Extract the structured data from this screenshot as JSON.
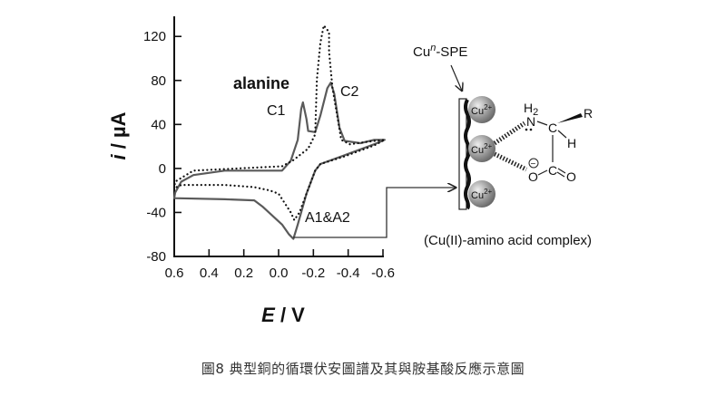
{
  "chart_data": {
    "type": "line",
    "title": "",
    "xlabel_italic": "E",
    "xlabel_unit": " / V",
    "ylabel_italic": "i",
    "ylabel_unit": " / µA",
    "xlim": [
      0.6,
      -0.6
    ],
    "ylim": [
      -80,
      135
    ],
    "x_reversed": true,
    "xticks": [
      0.6,
      0.4,
      0.2,
      0.0,
      -0.2,
      -0.4,
      -0.6
    ],
    "xtick_labels": [
      "0.6",
      "0.4",
      "0.2",
      "0.0",
      "-0.2",
      "-0.4",
      "-0.6"
    ],
    "yticks": [
      120,
      80,
      40,
      0,
      -40,
      -80
    ],
    "ytick_labels": [
      "120",
      "80",
      "40",
      "0",
      "-40",
      "-80"
    ],
    "grid": false,
    "annotations": {
      "sample": "alanine",
      "c1": "C1",
      "c2": "C2",
      "a1a2": "A1&A2"
    },
    "series": [
      {
        "name": "solid",
        "style": "solid",
        "color": "#5a5a5a",
        "x": [
          0.6,
          0.595,
          0.56,
          0.49,
          0.31,
          -0.02,
          -0.07,
          -0.11,
          -0.13,
          -0.14,
          -0.16,
          -0.17,
          -0.21,
          -0.24,
          -0.28,
          -0.3,
          -0.32,
          -0.35,
          -0.38,
          -0.47,
          -0.55,
          -0.61,
          -0.55,
          -0.38,
          -0.24,
          -0.21,
          -0.16,
          -0.11,
          -0.085,
          -0.06,
          -0.02,
          0.09,
          0.14,
          0.31,
          0.6
        ],
        "y": [
          -27,
          -22,
          -12,
          -6,
          -2,
          -2,
          7,
          26,
          54,
          60,
          45,
          34,
          33,
          48,
          73,
          78,
          68,
          37,
          25,
          23,
          26,
          26,
          22,
          12,
          4,
          -2,
          -23,
          -51,
          -64,
          -60,
          -51,
          -35,
          -29,
          -28,
          -27
        ]
      },
      {
        "name": "dotted",
        "style": "dotted",
        "color": "#111111",
        "x": [
          0.6,
          0.595,
          0.49,
          -0.02,
          -0.08,
          -0.17,
          -0.21,
          -0.22,
          -0.24,
          -0.26,
          -0.29,
          -0.29,
          -0.31,
          -0.34,
          -0.36,
          -0.41,
          -0.55,
          -0.61,
          -0.55,
          -0.38,
          -0.24,
          -0.21,
          -0.16,
          -0.12,
          -0.09,
          -0.07,
          0.0,
          0.05,
          0.14,
          0.31,
          0.56,
          0.6
        ],
        "y": [
          -18,
          -12,
          -2,
          2,
          7,
          18,
          31,
          81,
          114,
          130,
          124,
          106,
          73,
          45,
          26,
          22,
          25,
          26,
          21,
          11,
          4,
          -2,
          -23,
          -40,
          -47,
          -40,
          -23,
          -20,
          -17,
          -15,
          -15,
          -18
        ]
      }
    ]
  },
  "diagram": {
    "electrode_label": "Cu",
    "electrode_sup": "n",
    "electrode_suffix": "-SPE",
    "ion": "Cu",
    "ion_charge": "2+",
    "atoms": {
      "n": "N",
      "h2": "H",
      "h2_sub": "2",
      "c_alpha": "C",
      "r": "R",
      "h": "H",
      "c_carboxyl": "C",
      "o_single": "O",
      "o_double": "O",
      "minus": "−"
    },
    "complex_label": "(Cu(II)-amino acid complex)"
  },
  "caption": "圖8 典型銅的循環伏安圖譜及其與胺基酸反應示意圖"
}
